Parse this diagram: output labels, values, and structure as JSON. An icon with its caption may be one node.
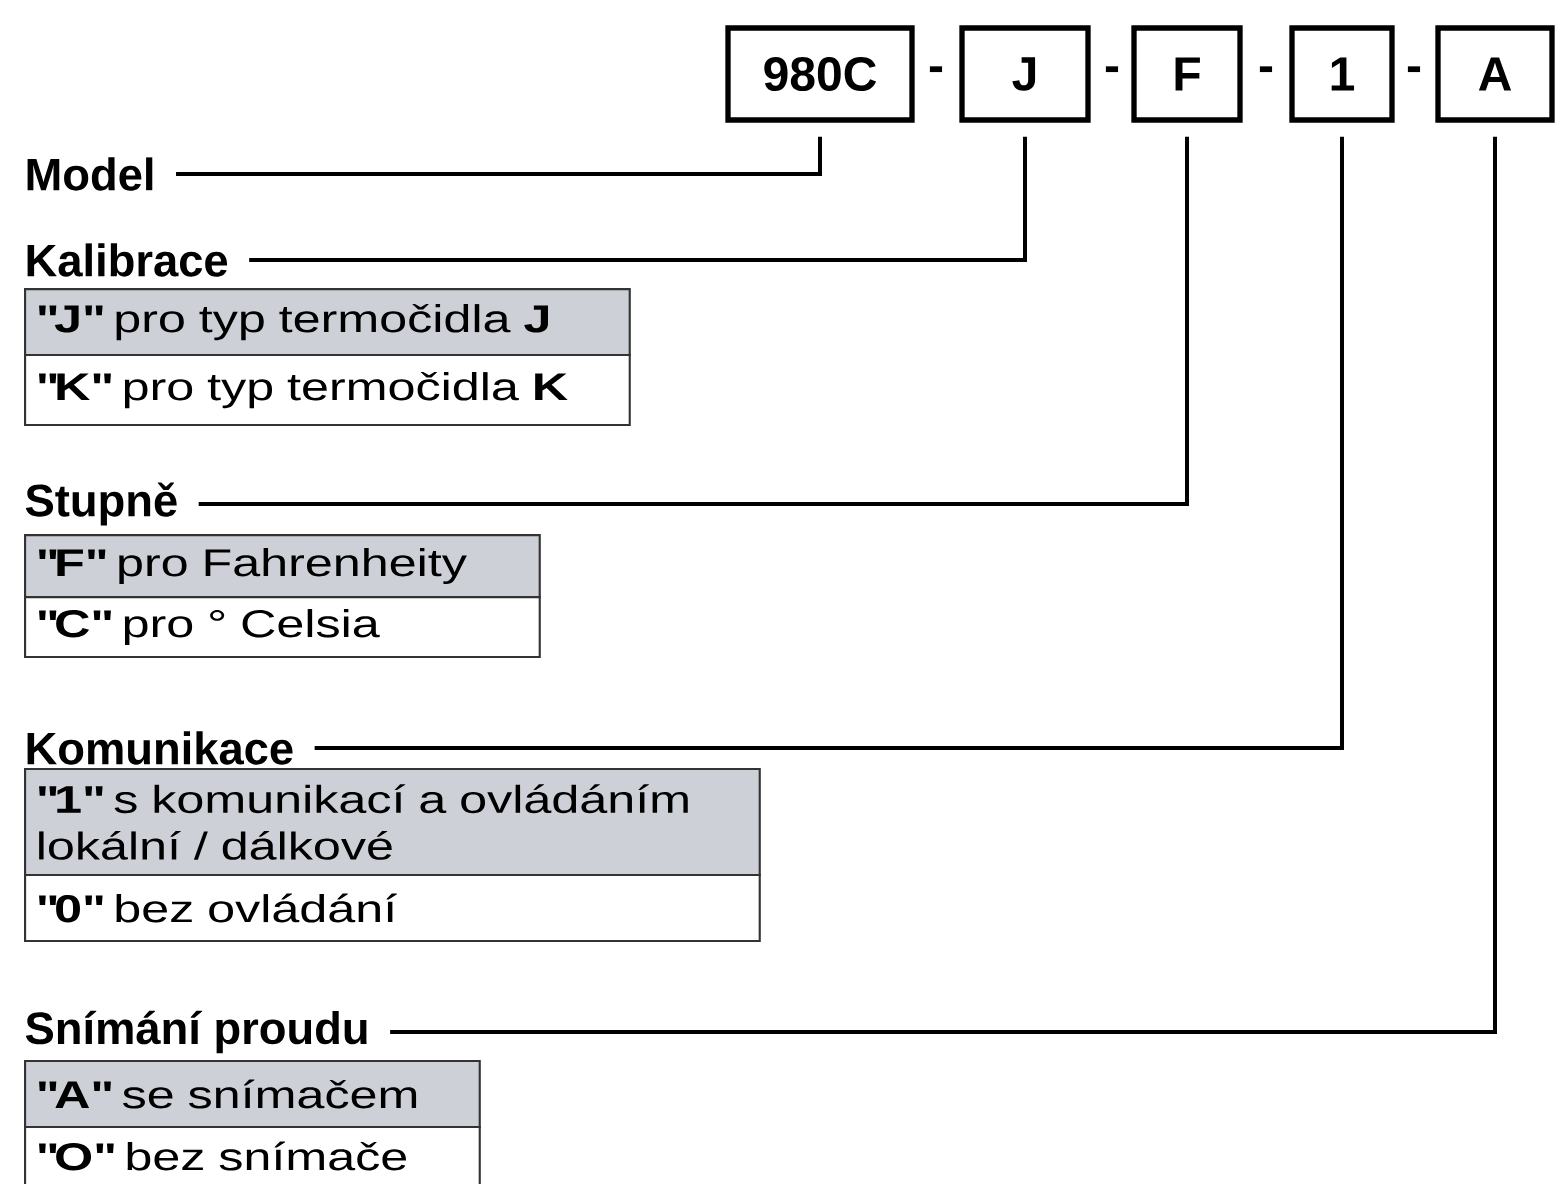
{
  "diagram": {
    "nodes": [
      {
        "text": [
          "980C"
        ]
      },
      {
        "text": [
          "J"
        ]
      },
      {
        "text": [
          "F"
        ]
      },
      {
        "text": [
          "1"
        ]
      },
      {
        "text": [
          "A"
        ]
      },
      {
        "text": [
          "Model"
        ]
      },
      {
        "text": [
          "Kalibrace"
        ]
      },
      {
        "text": [
          "**\"J\"** pro typ termočidla **J**"
        ]
      },
      {
        "text": [
          "**\"K\"** pro typ termočidla **K**"
        ]
      },
      {
        "text": [
          "Stupně"
        ]
      },
      {
        "text": [
          "**\"F\"** pro Fahrenheity"
        ]
      },
      {
        "text": [
          "**\"C\"** pro ° Celsia"
        ]
      },
      {
        "text": [
          "Komunikace"
        ]
      },
      {
        "text": [
          "**\"1\"** s komunikací a ovládáním lokální / dálkové"
        ]
      },
      {
        "text": [
          "**\"0\"** bez ovládání"
        ]
      },
      {
        "text": [
          "Snímání proudu"
        ]
      },
      {
        "text": [
          "**\"A\"** se snímačem"
        ]
      },
      {
        "text": [
          "**\"O\"** bez snímače"
        ]
      }
    ],
    "edges": [
      {
        "from": 5,
        "to": 0,
        "arrow": "none"
      },
      {
        "from": 6,
        "to": 1,
        "arrow": "none"
      },
      {
        "from": 9,
        "to": 2,
        "arrow": "none"
      },
      {
        "from": 12,
        "to": 3,
        "arrow": "none"
      },
      {
        "from": 15,
        "to": 4,
        "arrow": "none"
      }
    ],
    "labels": [
      "-",
      "-",
      "-",
      "-"
    ]
  }
}
